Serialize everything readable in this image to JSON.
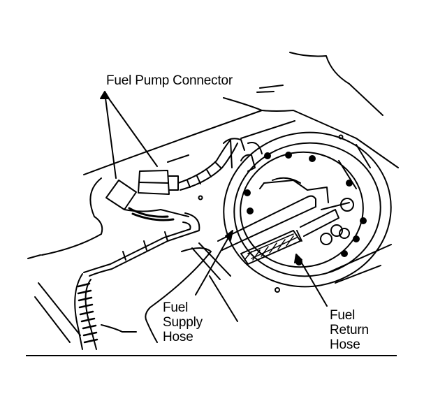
{
  "figure": {
    "title": "Fuel pump module installation",
    "labels": {
      "fuel_pump_connector": "Fuel Pump Connector",
      "fuel_supply_hose": [
        "Fuel",
        "Supply",
        "Hose"
      ],
      "fuel_return_hose": [
        "Fuel",
        "Return",
        "Hose"
      ]
    },
    "colors": {
      "ink": "#000000",
      "paper": "#ffffff"
    }
  }
}
